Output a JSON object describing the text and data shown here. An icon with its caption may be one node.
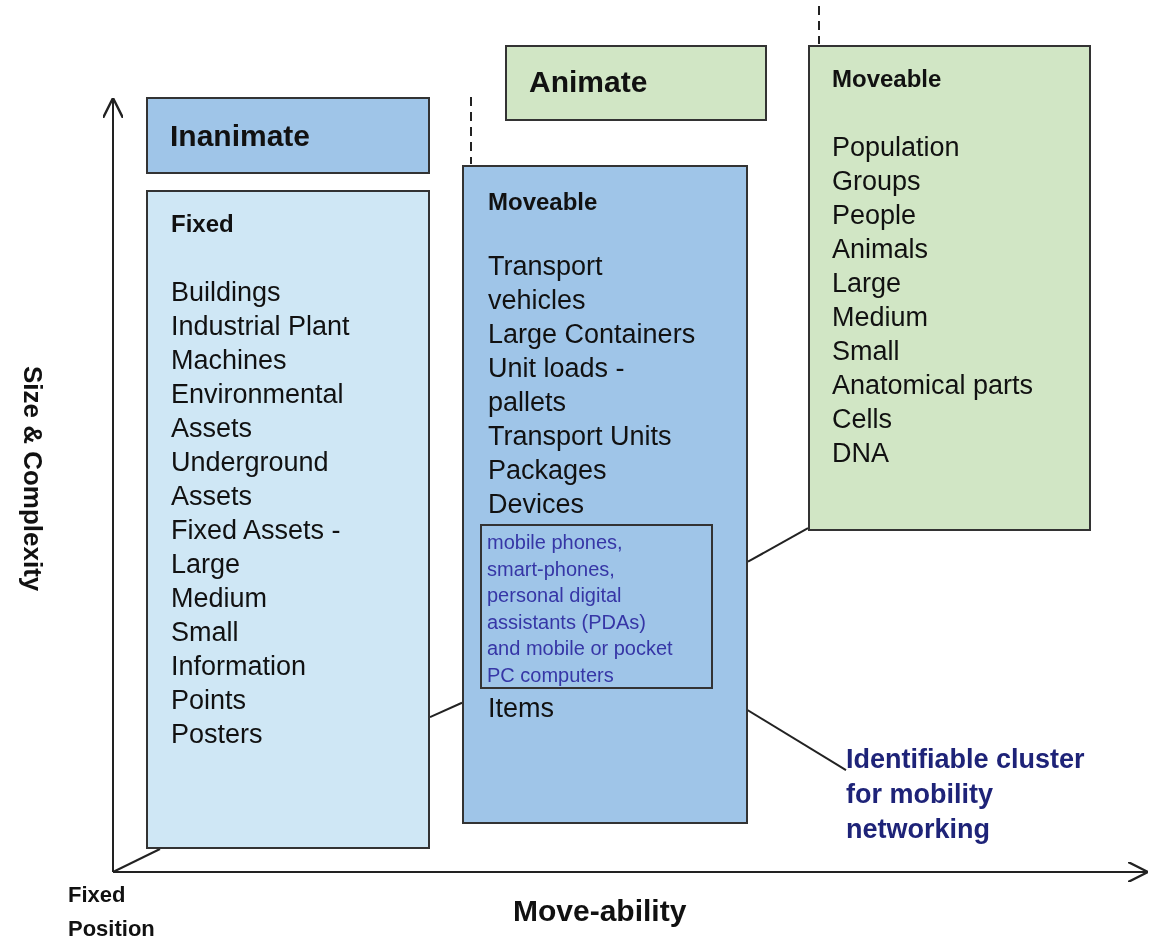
{
  "diagram": {
    "nodes": [
      {
        "text": [
          "Inanimate"
        ]
      },
      {
        "text": [
          "Fixed",
          "Buildings",
          "Industrial Plant",
          "Machines",
          "Environmental Assets",
          "Underground Assets",
          "Fixed Assets - Large",
          "Medium",
          "Small",
          "Information Points",
          "Posters"
        ]
      },
      {
        "text": [
          "Moveable",
          "Transport vehicles",
          "Large Containers",
          "Unit loads - pallets",
          "Transport Units",
          "Packages",
          "Devices",
          "Items"
        ]
      },
      {
        "text": [
          "mobile phones, smart-phones, personal digital assistants (PDAs) and mobile or pocket PC computers"
        ],
        "in": 2
      },
      {
        "text": [
          "Animate"
        ]
      },
      {
        "text": [
          "Moveable",
          "Population",
          "Groups",
          "People",
          "Animals",
          "Large",
          "Medium",
          "Small",
          "Anatomical parts",
          "Cells",
          "DNA"
        ]
      },
      {
        "text": [
          "Identifiable cluster for mobility networking"
        ]
      }
    ],
    "edges": [
      {
        "from": 1,
        "to": 2,
        "arrow": "none"
      },
      {
        "from": 2,
        "to": 5,
        "arrow": "none"
      },
      {
        "from": 6,
        "to": 3,
        "arrow": "none"
      }
    ],
    "labels": [
      "Size & Complexity",
      "Fixed Position",
      "Move-ability"
    ]
  }
}
